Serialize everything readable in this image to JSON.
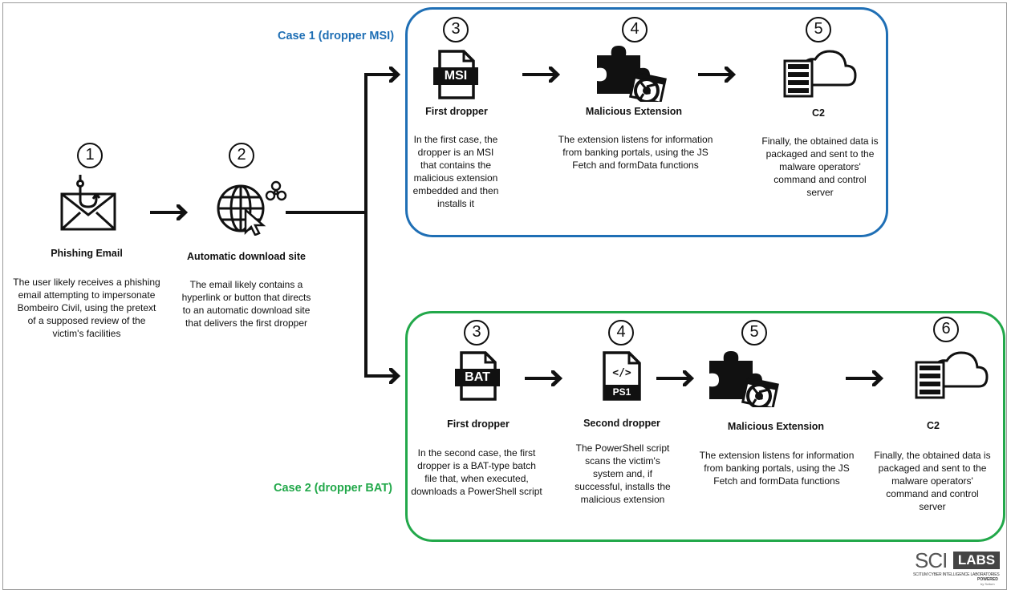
{
  "colors": {
    "case1": "#1f6fb5",
    "case2": "#22a84a",
    "line": "#111111"
  },
  "case1": {
    "label": "Case 1 (dropper MSI)",
    "steps": [
      {
        "num": "3",
        "title": "First dropper",
        "icon": "msi-file-icon",
        "badge": "MSI",
        "desc": "In the first case, the dropper is an MSI that contains the malicious extension embedded and then installs it"
      },
      {
        "num": "4",
        "title": "Malicious Extension",
        "icon": "puzzle-chrome-icon",
        "desc": "The extension listens for information from banking portals, using the JS Fetch and formData functions"
      },
      {
        "num": "5",
        "title": "C2",
        "icon": "server-cloud-icon",
        "desc": "Finally, the obtained data is packaged and sent to the malware operators' command and control server"
      }
    ]
  },
  "case2": {
    "label": "Case 2 (dropper BAT)",
    "steps": [
      {
        "num": "3",
        "title": "First dropper",
        "icon": "bat-file-icon",
        "badge": "BAT",
        "desc": "In the second case, the first dropper is a BAT-type batch file that, when executed, downloads a PowerShell script"
      },
      {
        "num": "4",
        "title": "Second dropper",
        "icon": "ps1-file-icon",
        "badge": "PS1",
        "code": "</>",
        "desc": "The PowerShell script scans the victim's system and, if successful, installs the malicious extension"
      },
      {
        "num": "5",
        "title": "Malicious Extension",
        "icon": "puzzle-chrome-icon",
        "desc": "The extension listens for information from banking portals, using the JS Fetch and formData functions"
      },
      {
        "num": "6",
        "title": "C2",
        "icon": "server-cloud-icon",
        "desc": "Finally, the obtained data is packaged and sent to the malware operators' command and control server"
      }
    ]
  },
  "common": {
    "steps": [
      {
        "num": "1",
        "title": "Phishing Email",
        "icon": "phishing-email-icon",
        "desc": "The user likely receives a phishing email attempting to impersonate Bombeiro Civil, using the pretext of a supposed review of the victim's facilities"
      },
      {
        "num": "2",
        "title": "Automatic download site",
        "icon": "globe-biohazard-icon",
        "desc": "The email likely contains a hyperlink or button that directs to an automatic download site that delivers the first dropper"
      }
    ]
  },
  "logo": {
    "sci": "SCI",
    "labs": "LABS",
    "subtitle": "SCITUM CYBER INTELLIGENCE LABORATORIES",
    "powered": "POWERED",
    "by": "by Scitum"
  }
}
